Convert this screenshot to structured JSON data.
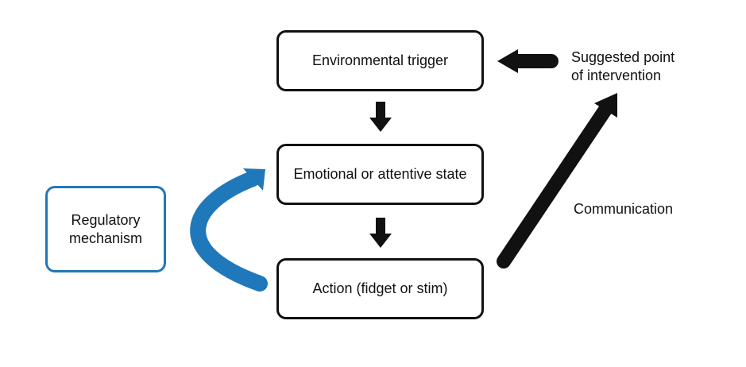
{
  "nodes": {
    "trigger": "Environmental trigger",
    "state": "Emotional or attentive state",
    "action": "Action (fidget or stim)",
    "regulatory": "Regulatory mechanism"
  },
  "labels": {
    "intervention": "Suggested point of intervention",
    "communication": "Communication"
  },
  "colors": {
    "ink": "#111111",
    "accent": "#1f78b9"
  }
}
